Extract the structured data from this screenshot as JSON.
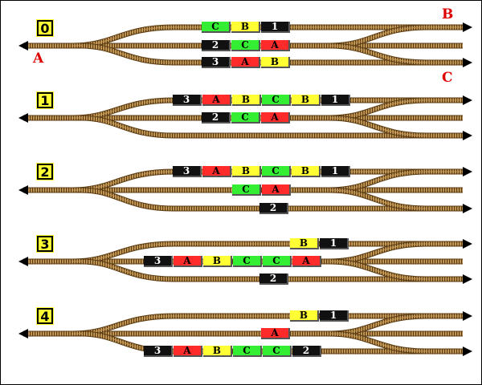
{
  "colors": {
    "A": "#ff2a2a",
    "B": "#ffff33",
    "C": "#33ee33",
    "loco": "#111111",
    "endpoint_label": "#dd0000",
    "stage_label_bg": "#ffff33",
    "rail": "#9a6a2a",
    "tie": "#5a3a10",
    "arrow": "#000000"
  },
  "endpoint_labels": {
    "A": "A",
    "B": "B",
    "C": "C"
  },
  "stages": [
    {
      "label": "0",
      "tracks": {
        "top": [
          "C",
          "B",
          "1"
        ],
        "middle": [
          "2",
          "C",
          "A"
        ],
        "bottom": [
          "3",
          "A",
          "B"
        ]
      }
    },
    {
      "label": "1",
      "tracks": {
        "top": [
          "3",
          "A",
          "B",
          "C",
          "B",
          "1"
        ],
        "middle": [
          "2",
          "C",
          "A"
        ],
        "bottom": []
      }
    },
    {
      "label": "2",
      "tracks": {
        "top": [
          "3",
          "A",
          "B",
          "C",
          "B",
          "1"
        ],
        "middle": [
          "C",
          "A"
        ],
        "bottom": [
          "2"
        ]
      }
    },
    {
      "label": "3",
      "tracks": {
        "top": [
          "B",
          "1"
        ],
        "middle": [
          "3",
          "A",
          "B",
          "C",
          "C",
          "A"
        ],
        "bottom": [
          "2"
        ]
      }
    },
    {
      "label": "4",
      "tracks": {
        "top": [
          "B",
          "1"
        ],
        "middle": [
          "A"
        ],
        "bottom": [
          "3",
          "A",
          "B",
          "C",
          "C",
          "2"
        ]
      }
    }
  ]
}
